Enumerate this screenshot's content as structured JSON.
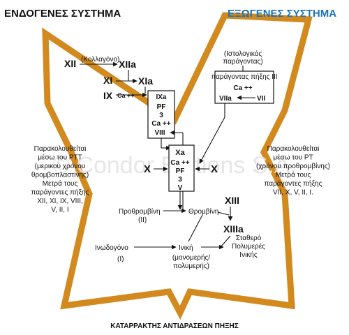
{
  "colors": {
    "frame": "#d28a1e",
    "intrinsic_title": "#111111",
    "extrinsic_title": "#1a73b8",
    "text": "#111111"
  },
  "headers": {
    "intrinsic": "ΕΝΔΟΓΕΝΕΣ ΣΥΣΤΗΜΑ",
    "extrinsic": "ΕΞΩΓΕΝΕΣ ΣΥΣΤΗΜΑ"
  },
  "intrinsic": {
    "xii": "XII",
    "collagen": "(Κολλαγόνο)",
    "xiia": "XIIa",
    "xi": "XI",
    "xia": "XIa",
    "ix": "IX",
    "ca_ix": "Ca ++",
    "box": {
      "ixa": "IXa",
      "pf": "PF",
      "three": "3",
      "ca": "Ca ++",
      "viii": "VIII"
    }
  },
  "extrinsic": {
    "tissue_factor": [
      "(Ιστολογικός",
      "παράγοντας)"
    ],
    "box": {
      "title": "παράγοντας πήξης III",
      "ca": "Ca ++",
      "viia": "VIIa",
      "vii": "VII"
    }
  },
  "common": {
    "x_left": "X",
    "x_right": "X",
    "box": {
      "xa": "Xa",
      "ca": "Ca ++",
      "pf": "PF",
      "three": "3",
      "v": "V"
    },
    "prothrombin": "Προθρομβίνη",
    "prothrombin_num": "(II)",
    "thrombin": "Θρομβίνη",
    "xiii": "XIII",
    "xiiia": "XIIIa",
    "fibrinogen": "Ινωδογόνο",
    "fibrinogen_num": "(I)",
    "fibrin": "Ινική",
    "fibrin_sub": [
      "(μονομερής/",
      "πολυμερής)"
    ],
    "stable_fibrin": [
      "Σταθερό",
      "Πολυμερές",
      "Ινικής"
    ]
  },
  "notes": {
    "ptt": [
      "Παρακολουθείται",
      "μέσω του PTT",
      "(μερικού χρόνου",
      "θρομβοπλαστίνης)",
      "Μετρά τους",
      "παράγοντες πήξης",
      "XII, XI, IX, VIII,",
      "V, II, I"
    ],
    "pt": [
      "Παρακολουθείται",
      "μέσω του PT",
      "(χρόνου προθρομβίνης)",
      "Μετρά τους",
      "παράγοντες πήξης",
      "VII, X, V, II, I."
    ]
  },
  "watermark": "© Condor Editions S.A.",
  "caption": "ΚΑΤΑΡΡΑΚΤΗΣ ΑΝΤΙΔΡΑΣΕΩΝ ΠΗΞΗΣ"
}
